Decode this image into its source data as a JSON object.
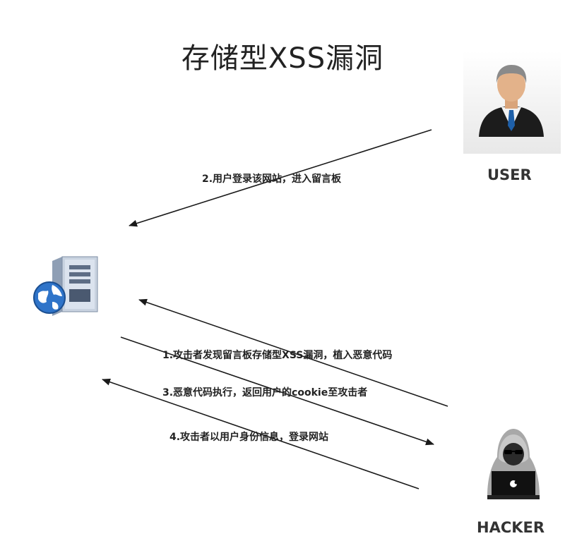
{
  "title": "存储型XSS漏洞",
  "roles": {
    "user": "USER",
    "hacker": "HACKER"
  },
  "steps": {
    "step2": "2.用户登录该网站，进入留言板",
    "step1": "1.攻击者发现留言板存储型XSS漏洞，植入恶意代码",
    "step3": "3.恶意代码执行，返回用户的cookie至攻击者",
    "step4": "4.攻击者以用户身份信息，登录网站"
  },
  "icons": {
    "user": "businessman-icon",
    "server": "web-server-icon",
    "hacker": "hooded-hacker-icon"
  }
}
